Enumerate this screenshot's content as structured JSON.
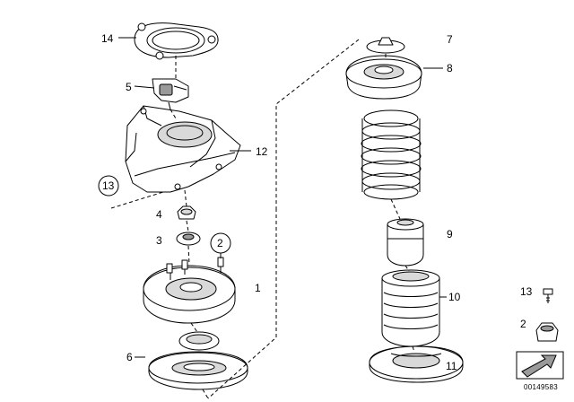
{
  "callouts": {
    "c1": "1",
    "c2": "2",
    "c3": "3",
    "c4": "4",
    "c5": "5",
    "c6": "6",
    "c7": "7",
    "c8": "8",
    "c9": "9",
    "c10": "10",
    "c11": "11",
    "c12": "12",
    "c13": "13",
    "c14": "14",
    "c2_legend": "2",
    "c13_legend": "13"
  },
  "diagram_ref": "00149583"
}
